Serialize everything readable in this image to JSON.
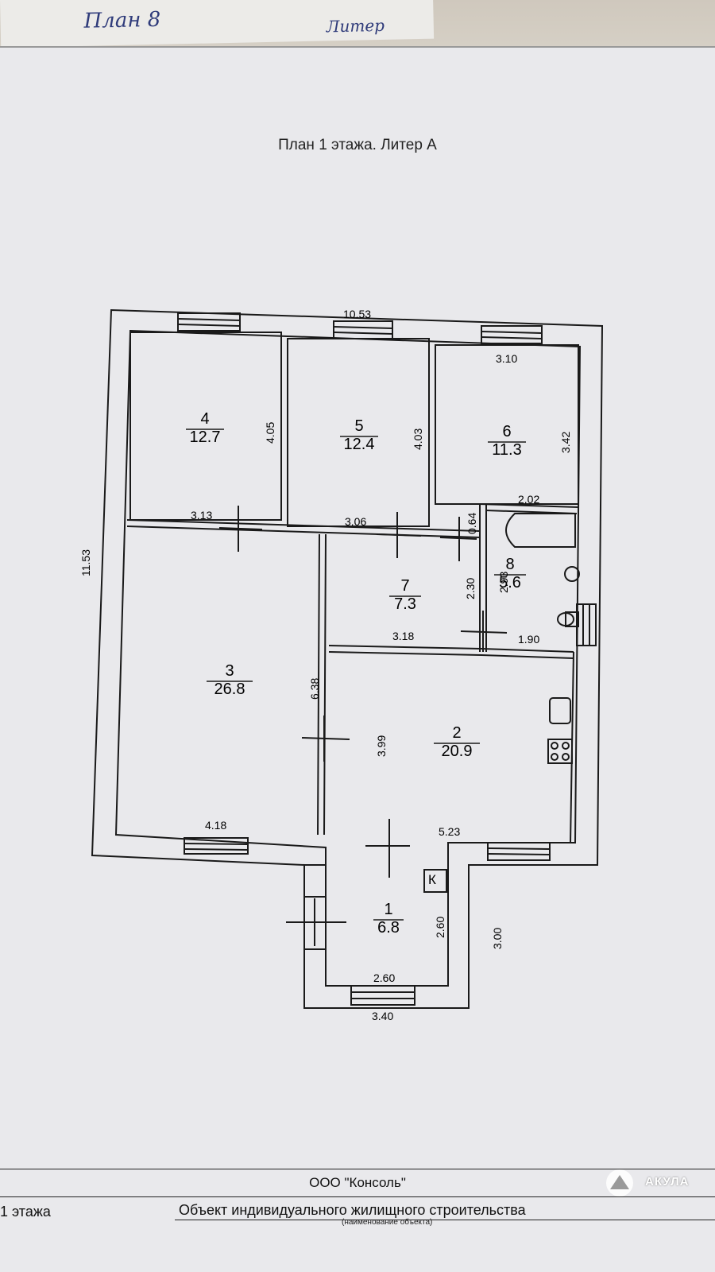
{
  "header": {
    "title": "План 1 этажа. Литер А"
  },
  "under_sheet": {
    "scribble_left": "План 8",
    "scribble_right": "Литер"
  },
  "rooms": [
    {
      "number": "1",
      "area": "6.8"
    },
    {
      "number": "2",
      "area": "20.9"
    },
    {
      "number": "3",
      "area": "26.8"
    },
    {
      "number": "4",
      "area": "12.7"
    },
    {
      "number": "5",
      "area": "12.4"
    },
    {
      "number": "6",
      "area": "11.3"
    },
    {
      "number": "7",
      "area": "7.3"
    },
    {
      "number": "8",
      "area": "5.6"
    }
  ],
  "dimensions": {
    "outer_top": "10.53",
    "outer_left": "11.53",
    "porch_width": "3.40",
    "porch_depth": "3.00",
    "room1_width": "2.60",
    "room1_depth": "2.60",
    "room2_width": "5.23",
    "room2_depth": "3.99",
    "room3_width": "4.18",
    "room3_depth": "6.38",
    "room4_width": "3.13",
    "room4_depth": "4.05",
    "room5_width": "3.06",
    "room5_depth": "4.03",
    "room6_width": "3.10",
    "room6_depth": "3.42",
    "room7_width": "3.18",
    "room7_depth": "2.30",
    "room8_width_top": "2.02",
    "room8_width_bottom": "1.90",
    "room8_depth": "2.93",
    "corridor": "0.64"
  },
  "stove_symbol": "К",
  "footer": {
    "organization": "ООО \"Консоль\"",
    "floor": "1 этажа",
    "object_name": "Объект индивидуального жилищного строительства",
    "object_caption": "(наименование объекта)"
  },
  "watermark": {
    "text": "АКУЛА"
  },
  "colors": {
    "line": "#1a1a1a",
    "paper": "#e9e9ec"
  }
}
